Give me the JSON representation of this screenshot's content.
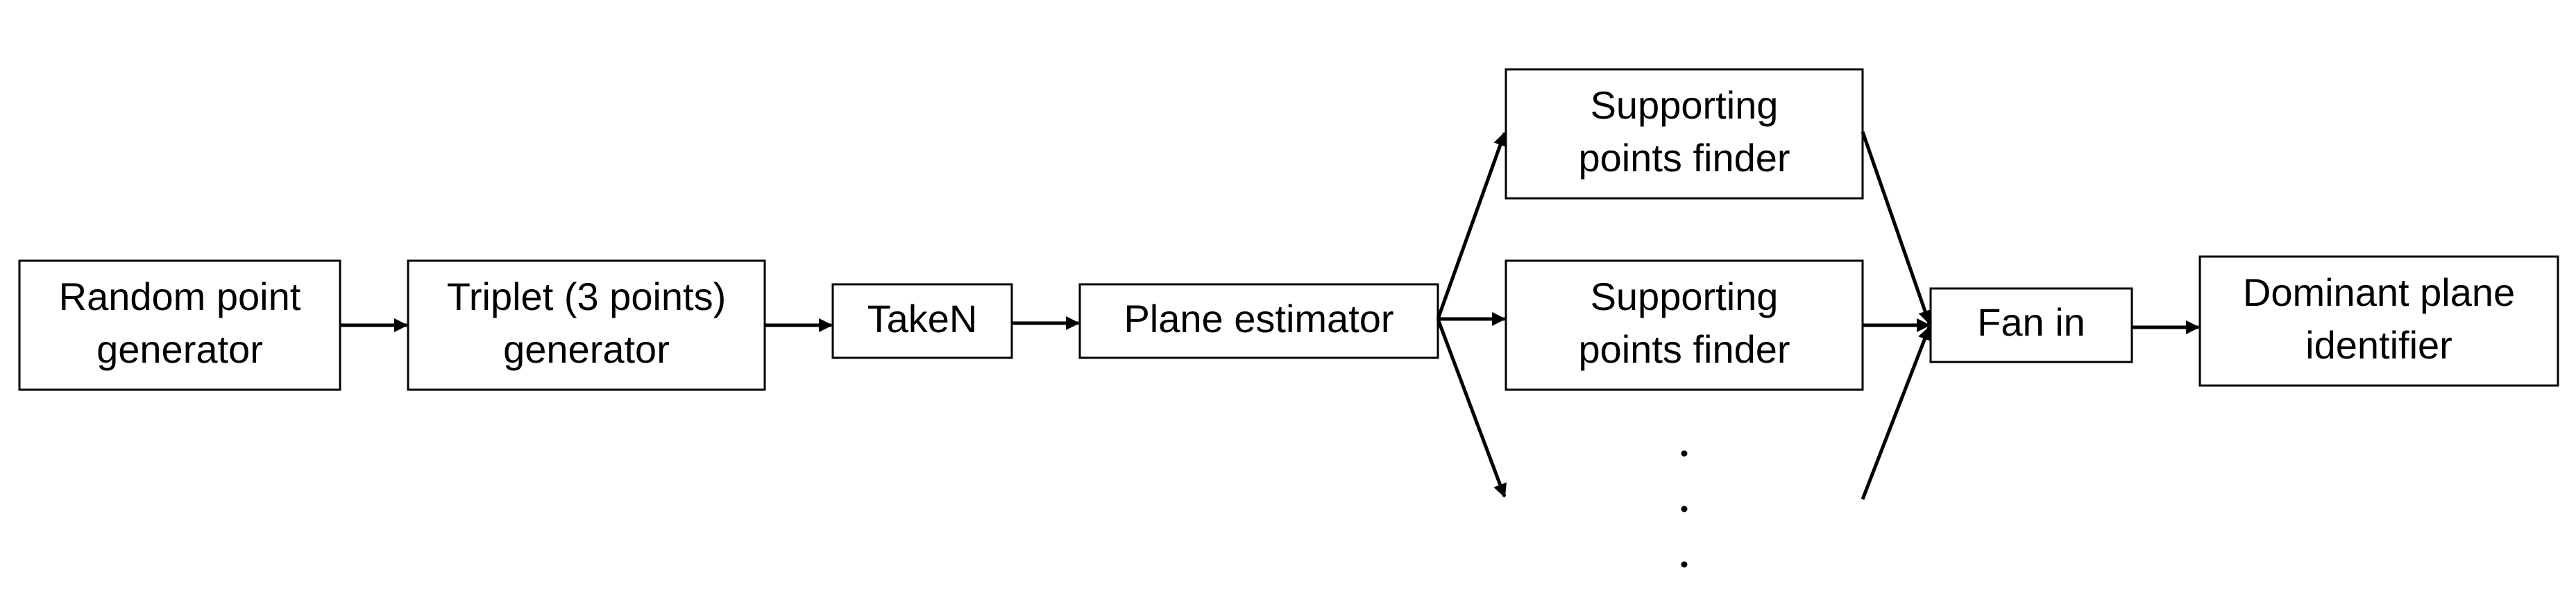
{
  "diagram": {
    "nodes": {
      "random_point_generator": {
        "line1": "Random point",
        "line2": "generator"
      },
      "triplet_generator": {
        "line1": "Triplet (3 points)",
        "line2": "generator"
      },
      "take_n": {
        "label": "TakeN"
      },
      "plane_estimator": {
        "label": "Plane estimator"
      },
      "supporting_finder_1": {
        "line1": "Supporting",
        "line2": "points finder"
      },
      "supporting_finder_2": {
        "line1": "Supporting",
        "line2": "points finder"
      },
      "fan_in": {
        "label": "Fan in"
      },
      "dominant_plane_identifier": {
        "line1": "Dominant plane",
        "line2": "identifier"
      }
    },
    "ellipsis": "⋮",
    "colors": {
      "stroke": "#000000",
      "fill": "#ffffff",
      "text": "#000000"
    }
  }
}
